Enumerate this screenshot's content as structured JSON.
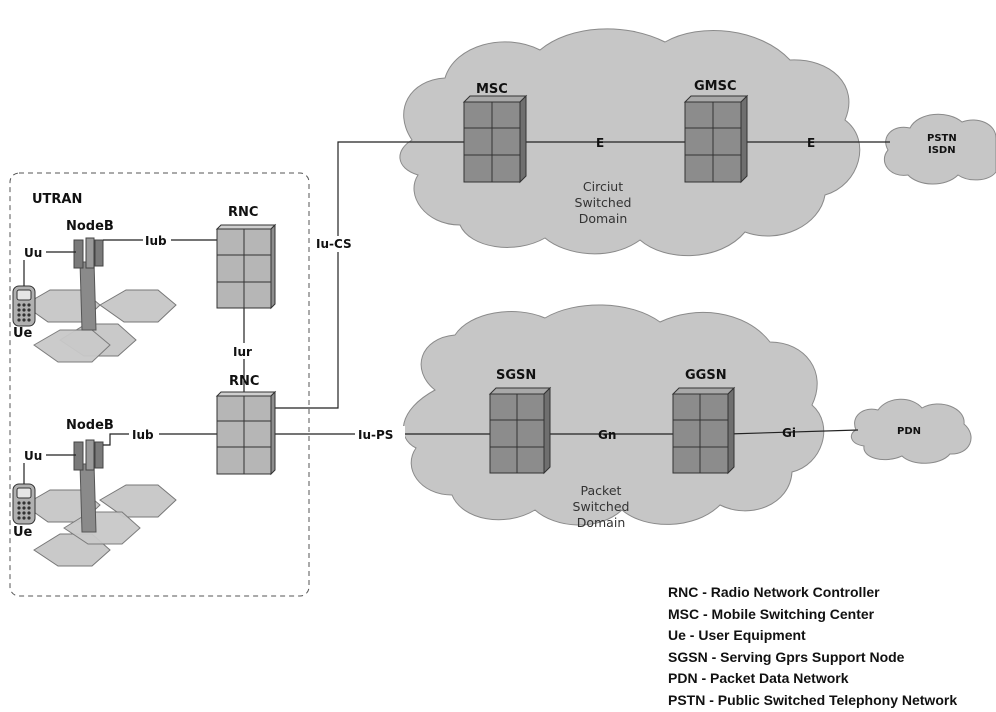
{
  "labels": {
    "msc": "MSC",
    "gmsc": "GMSC",
    "e1": "E",
    "e2": "E",
    "pstn_line1": "PSTN",
    "pstn_line2": "ISDN",
    "cs_line1": "Circiut",
    "cs_line2": "Switched",
    "cs_line3": "Domain",
    "utran": "UTRAN",
    "nodeb_top": "NodeB",
    "nodeb_bottom": "NodeB",
    "rnc_top": "RNC",
    "rnc_bottom": "RNC",
    "iub_top": "Iub",
    "iub_bottom": "Iub",
    "uu_top": "Uu",
    "uu_bottom": "Uu",
    "ue_top": "Ue",
    "ue_bottom": "Ue",
    "iur": "Iur",
    "iucs": "Iu-CS",
    "iups": "Iu-PS",
    "sgsn": "SGSN",
    "ggsn": "GGSN",
    "gn": "Gn",
    "gi": "Gi",
    "pdn": "PDN",
    "ps_line1": "Packet",
    "ps_line2": "Switched",
    "ps_line3": "Domain"
  },
  "legend": [
    "RNC - Radio Network Controller",
    "MSC - Mobile Switching Center",
    "Ue - User Equipment",
    "SGSN - Serving Gprs Support Node",
    "PDN - Packet Data Network",
    "PSTN - Public Switched Telephony Network"
  ],
  "colors": {
    "cloud": "#c6c6c6",
    "node": "#8c8c8c",
    "rnc": "#b6b6b6",
    "line": "#222222"
  }
}
